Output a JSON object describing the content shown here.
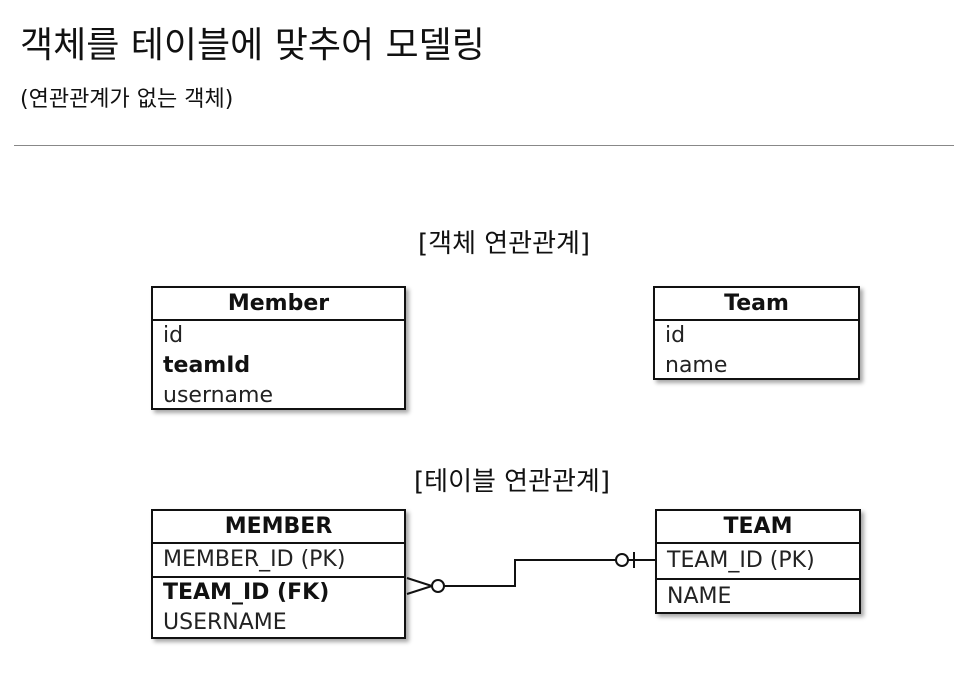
{
  "title": "객체를 테이블에 맞추어 모델링",
  "subtitle": "(연관관계가 없는 객체)",
  "object_section": {
    "label": "[객체 연관관계]",
    "member": {
      "name": "Member",
      "attributes": [
        "id",
        "teamId",
        "username"
      ]
    },
    "team": {
      "name": "Team",
      "attributes": [
        "id",
        "name"
      ]
    }
  },
  "table_section": {
    "label": "[테이블 연관관계]",
    "member": {
      "name": "MEMBER",
      "pk": "MEMBER_ID (PK)",
      "attributes": [
        "TEAM_ID (FK)",
        "USERNAME"
      ]
    },
    "team": {
      "name": "TEAM",
      "pk": "TEAM_ID (PK)",
      "attributes": [
        "NAME"
      ]
    },
    "relationship": {
      "type": "many-to-one",
      "member_end": "zero-or-many",
      "team_end": "zero-or-one"
    }
  }
}
